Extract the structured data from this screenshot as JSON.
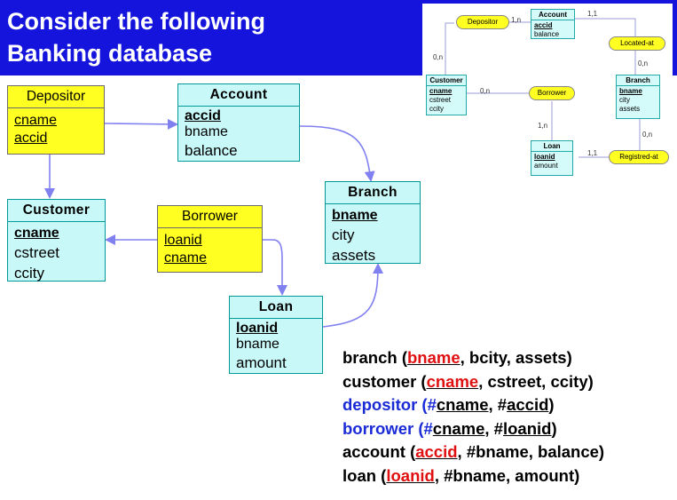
{
  "title": {
    "line1": "Consider the following",
    "line2": "Banking database"
  },
  "colors": {
    "banner": "#1414dc",
    "entity_fill": "#c8f8f8",
    "entity_border": "#009a9a",
    "relationship_fill": "#ffff22",
    "arrow": "#8080f0",
    "primary_key": "#e01010",
    "relationship_text": "#1a2bd6"
  },
  "diagram": {
    "depositor": {
      "name": "Depositor",
      "attrs": [
        "cname",
        "accid"
      ]
    },
    "account": {
      "name": "Account",
      "key": "accid",
      "attrs": [
        "bname",
        "balance"
      ]
    },
    "branch": {
      "name": "Branch",
      "key": "bname",
      "attrs": [
        "city",
        "assets"
      ]
    },
    "customer": {
      "name": "Customer",
      "key": "cname",
      "attrs": [
        "cstreet",
        "ccity"
      ]
    },
    "borrower": {
      "name": "Borrower",
      "attrs": [
        "loanid",
        "cname"
      ]
    },
    "loan": {
      "name": "Loan",
      "key": "loanid",
      "attrs": [
        "bname",
        "amount"
      ]
    }
  },
  "thumbnail": {
    "account": {
      "name": "Account",
      "key": "accid",
      "attr": "balance"
    },
    "customer": {
      "name": "Customer",
      "key": "cname",
      "attrs": [
        "cstreet",
        "ccity"
      ]
    },
    "branch": {
      "name": "Branch",
      "key": "bname",
      "attrs": [
        "city",
        "assets"
      ]
    },
    "loan": {
      "name": "Loan",
      "key": "loanid",
      "attr": "amount"
    },
    "relationships": [
      "Depositor",
      "Located-at",
      "Borrower",
      "Registred-at"
    ],
    "cardinalities": [
      "1,n",
      "1,1",
      "0,n",
      "0,n",
      "0,n",
      "1,n",
      "0,n",
      "1,1"
    ]
  },
  "schema": {
    "branch": {
      "name": "branch (",
      "pk": "bname",
      "rest": ", bcity, assets)"
    },
    "customer": {
      "name": "customer (",
      "pk": "cname",
      "rest": ", cstreet, ccity)"
    },
    "depositor": {
      "name": "depositor (#",
      "fk1": "cname",
      "mid": ", #",
      "fk2": "accid",
      "end": ")"
    },
    "borrower": {
      "name": "borrower (#",
      "fk1": "cname",
      "mid": ", #",
      "fk2": "loanid",
      "end": ")"
    },
    "account": {
      "name": "account (",
      "pk": "accid",
      "rest": ", #bname, balance)"
    },
    "loan": {
      "name": "loan (",
      "pk": "loanid",
      "rest": ", #bname, amount)"
    }
  }
}
